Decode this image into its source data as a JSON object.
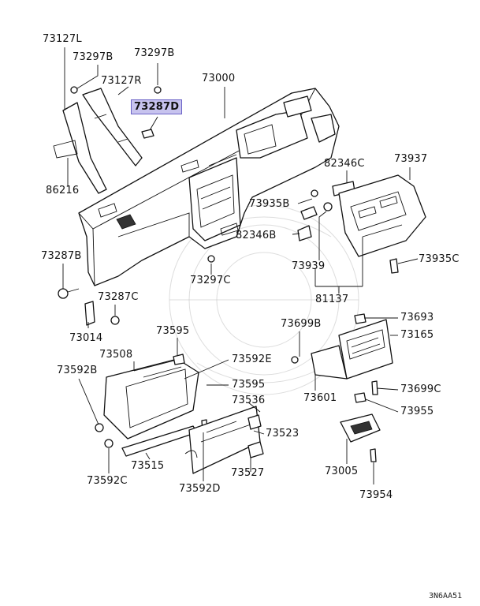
{
  "diagram": {
    "highlighted_part": "73287D",
    "labels": {
      "l73127L": "73127L",
      "l73297B_a": "73297B",
      "l73297B_b": "73297B",
      "l73127R": "73127R",
      "l73000": "73000",
      "l73287D": "73287D",
      "l86216": "86216",
      "l82346C": "82346C",
      "l73937": "73937",
      "l73935B": "73935B",
      "l82346B": "82346B",
      "l73935C": "73935C",
      "l73287B": "73287B",
      "l73297C": "73297C",
      "l73939": "73939",
      "l81137": "81137",
      "l73287C": "73287C",
      "l73014": "73014",
      "l73595_a": "73595",
      "l73699B": "73699B",
      "l73693": "73693",
      "l73165": "73165",
      "l73508": "73508",
      "l73592E": "73592E",
      "l73592B": "73592B",
      "l73595_b": "73595",
      "l73601": "73601",
      "l73699C": "73699C",
      "l73536": "73536",
      "l73955": "73955",
      "l73523": "73523",
      "l73515": "73515",
      "l73527": "73527",
      "l73005": "73005",
      "l73592C": "73592C",
      "l73592D": "73592D",
      "l73954": "73954"
    },
    "footer_code": "3N6AA51"
  }
}
